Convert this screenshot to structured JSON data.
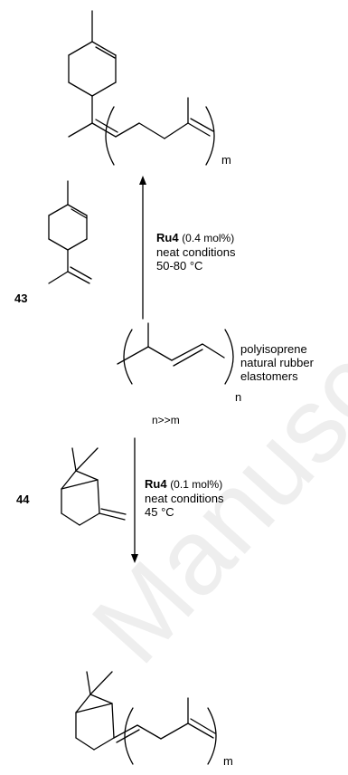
{
  "watermark": "Manuscript",
  "compounds": {
    "c43": "43",
    "c44": "44"
  },
  "upper_conditions": {
    "catalyst": "Ru4",
    "loading": "(0.4 mol%)",
    "line2": "neat conditions",
    "line3": "50-80 °C"
  },
  "lower_conditions": {
    "catalyst": "Ru4",
    "loading": "(0.1 mol%)",
    "line2": "neat conditions",
    "line3": "45 °C"
  },
  "polymer": {
    "line1": "polyisoprene",
    "line2": "natural rubber",
    "line3": "elastomers",
    "subscript_n": "n",
    "relation": "n>>m"
  },
  "products": {
    "top_subscript": "m",
    "bottom_subscript": "m"
  }
}
